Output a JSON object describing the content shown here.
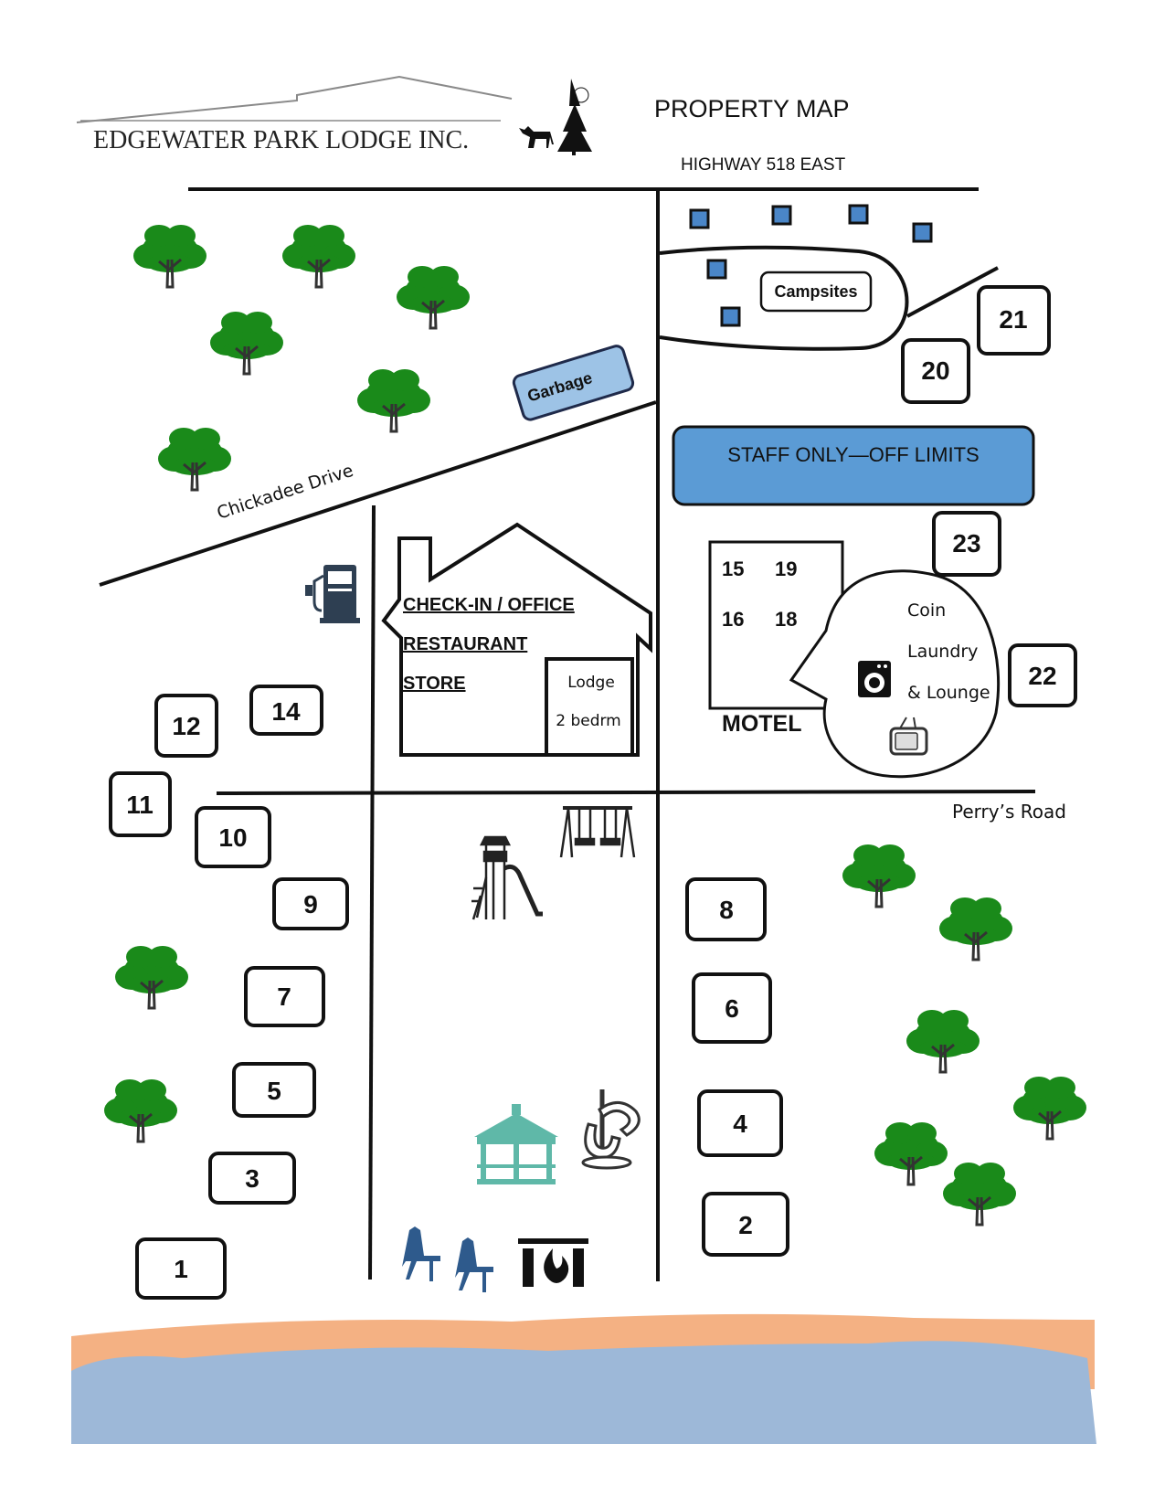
{
  "header": {
    "company_name": "EDGEWATER PARK LODGE INC.",
    "map_title": "PROPERTY MAP",
    "highway_label": "HIGHWAY 518 EAST"
  },
  "roads": {
    "chickadee": "Chickadee Drive",
    "perrys": "Perry’s Road"
  },
  "areas": {
    "campsites": "Campsites",
    "garbage": "Garbage",
    "staff_only": "STAFF ONLY—OFF LIMITS",
    "office_lines": [
      "CHECK-IN / OFFICE",
      "RESTAURANT",
      "STORE"
    ],
    "lodge_lines": [
      "Lodge",
      "2 bedrm"
    ],
    "motel": "MOTEL",
    "motel_units": [
      "15",
      "19",
      "16",
      "18"
    ],
    "laundry_lines": [
      "Coin",
      "Laundry",
      "& Lounge"
    ]
  },
  "cabins": [
    "1",
    "2",
    "3",
    "4",
    "5",
    "6",
    "7",
    "8",
    "9",
    "10",
    "11",
    "12",
    "14",
    "20",
    "21",
    "22",
    "23"
  ],
  "colors": {
    "tree": "#1a8a1a",
    "tree_trunk": "#333333",
    "campsite_blue": "#4a86c8",
    "staff_blue": "#5b9bd5",
    "garbage_blue": "#9dc3e6",
    "sand": "#f4b183",
    "water": "#9db8d8",
    "gazebo": "#5fb8a8",
    "chairs": "#2e5a8c"
  },
  "icons": [
    "moose-icon",
    "pine-tree-icon",
    "tree-icon",
    "fuel-pump-icon",
    "playground-slide-icon",
    "swing-set-icon",
    "gazebo-icon",
    "horseshoe-pit-icon",
    "adirondack-chairs-icon",
    "fire-pit-icon",
    "washing-machine-icon",
    "tv-icon"
  ]
}
